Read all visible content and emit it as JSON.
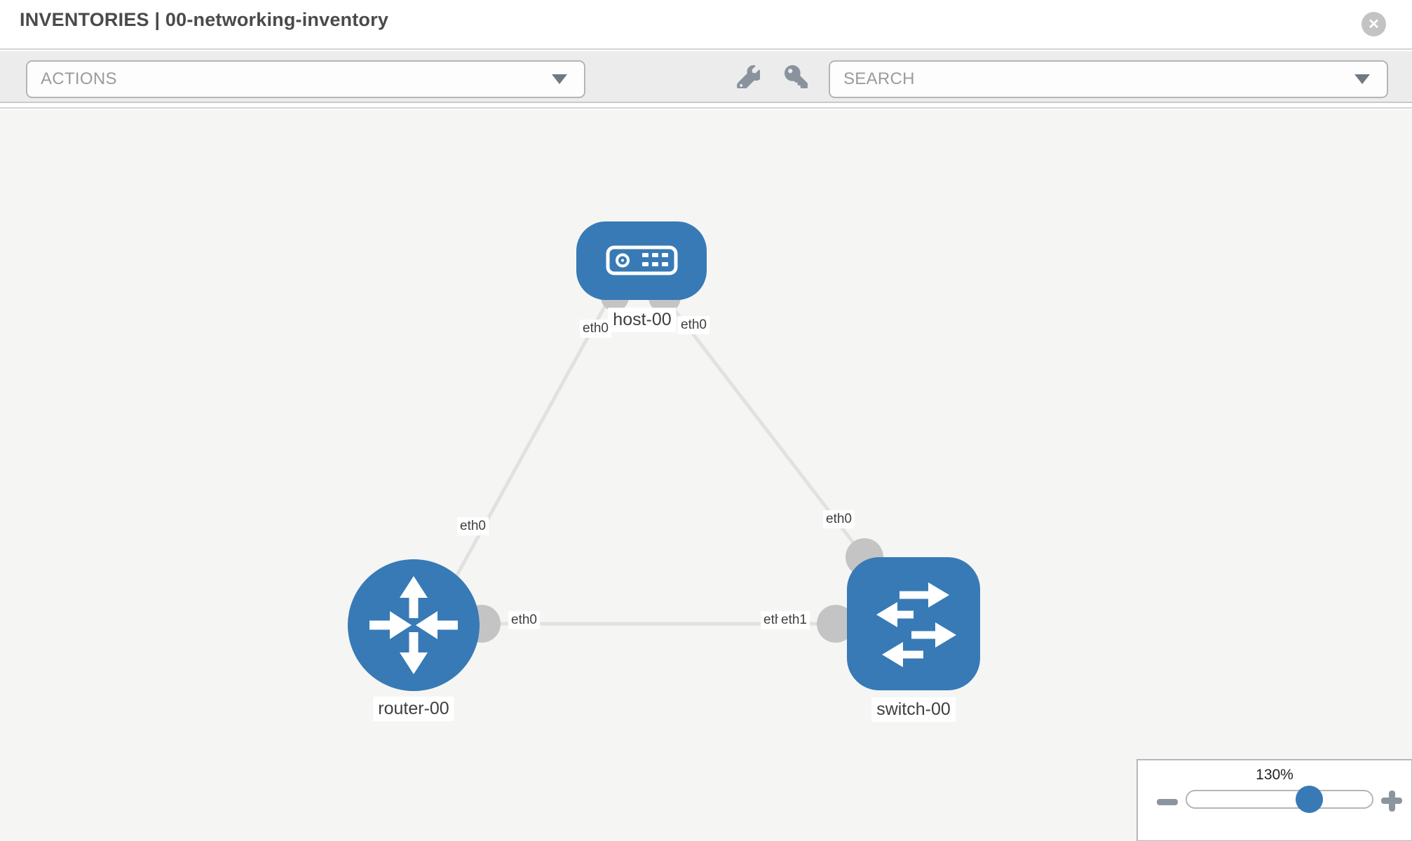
{
  "header": {
    "title": "INVENTORIES | 00-networking-inventory",
    "close_icon": "✕"
  },
  "toolbar": {
    "actions_label": "ACTIONS",
    "search_label": "SEARCH",
    "icons": [
      "wrench-icon",
      "key-icon"
    ]
  },
  "topology": {
    "nodes": [
      {
        "label": "host-00",
        "type": "host"
      },
      {
        "label": "router-00",
        "type": "router"
      },
      {
        "label": "switch-00",
        "type": "switch"
      }
    ],
    "links": [
      {
        "from": "host-00",
        "to": "router-00",
        "from_interface": "eth0",
        "to_interface": "eth0"
      },
      {
        "from": "host-00",
        "to": "switch-00",
        "from_interface": "eth0",
        "to_interface": "eth0"
      },
      {
        "from": "router-00",
        "to": "switch-00",
        "from_interface": "eth0",
        "to_interface": "eth1"
      }
    ],
    "interface_labels": {
      "host_left": "eth0",
      "host_right": "eth0",
      "host_router_link": "eth0",
      "host_switch_link": "eth0",
      "router_switch_link_left": "eth0",
      "router_switch_link_right_back": "eth0",
      "router_switch_link_right_front": "eth1"
    }
  },
  "zoom_control": {
    "level": "130%",
    "percent": 130
  },
  "colors": {
    "node_blue": "#377ab6",
    "link_gray": "#e1e1e1",
    "interface_dot": "#c4c4c4",
    "toolbar_bg": "#ececec",
    "canvas_bg": "#f5f5f4"
  }
}
